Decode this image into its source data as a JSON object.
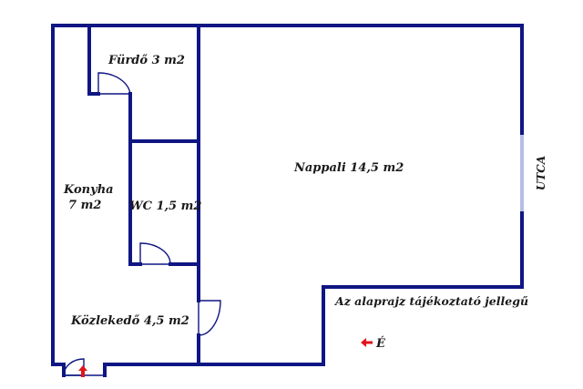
{
  "rooms": {
    "furdo": "Fürdő 3 m2",
    "konyha_line1": "Konyha",
    "konyha_line2": "7 m2",
    "wc": "WC 1,5 m2",
    "nappali": "Nappali 14,5 m2",
    "kozlekedo": "Közlekedő 4,5 m2"
  },
  "street_label": "UTCA",
  "note": "Az alaprajz tájékoztató jellegű",
  "compass": {
    "label": "É",
    "color": "#e0141c"
  },
  "colors": {
    "wall": "#0f1683",
    "window": "#b7bde6"
  }
}
